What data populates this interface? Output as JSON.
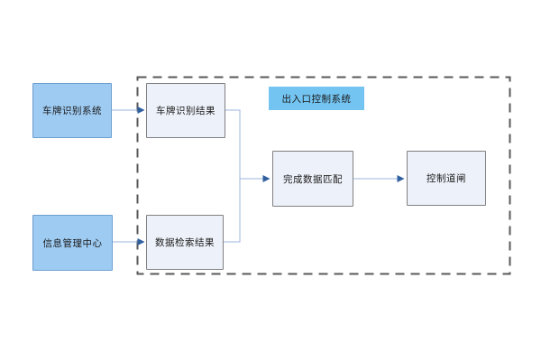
{
  "diagram": {
    "system_label": "出入口控制系统",
    "external_nodes": [
      {
        "id": "plate-recognition-system",
        "label": "车牌识别系统"
      },
      {
        "id": "info-management-center",
        "label": "信息管理中心"
      }
    ],
    "internal_nodes": [
      {
        "id": "plate-recognition-result",
        "label": "车牌识别结果"
      },
      {
        "id": "data-retrieval-result",
        "label": "数据检索结果"
      },
      {
        "id": "complete-data-matching",
        "label": "完成数据匹配"
      },
      {
        "id": "control-barrier-gate",
        "label": "控制道闸"
      }
    ],
    "edges": [
      {
        "from": "车牌识别系统",
        "to": "车牌识别结果"
      },
      {
        "from": "信息管理中心",
        "to": "数据检索结果"
      },
      {
        "from": "车牌识别结果",
        "to": "完成数据匹配"
      },
      {
        "from": "数据检索结果",
        "to": "完成数据匹配"
      },
      {
        "from": "完成数据匹配",
        "to": "控制道闸"
      }
    ]
  },
  "colors": {
    "external_fill": "#9ecbf2",
    "external_border": "#6e9ecf",
    "internal_fill": "#edf1f9",
    "internal_border": "#808080",
    "system_label_fill": "#74c4f2",
    "boundary": "#595959",
    "connector": "#9cb6dc",
    "arrow": "#2f5f9e",
    "text": "#1a1a1a"
  }
}
